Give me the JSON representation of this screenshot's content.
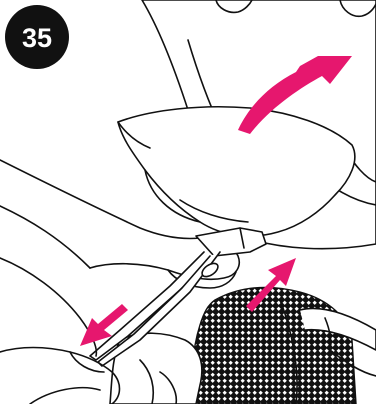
{
  "step": {
    "number": "35"
  },
  "colors": {
    "arrow": "#e6176e",
    "badge": "#111111",
    "outline": "#111111",
    "mesh": "#111111",
    "background": "#ffffff"
  },
  "icons": {
    "step_badge": "filled-black-circle",
    "lift_arrow": "curved-arrow-up-right",
    "push_arrow": "straight-arrow-up-right",
    "pull_arrow": "straight-arrow-down-left"
  }
}
